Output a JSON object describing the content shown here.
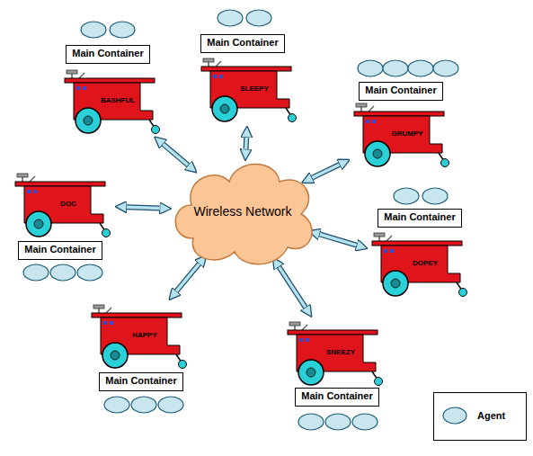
{
  "diagram": {
    "nodes": [
      {
        "text": [
          "Main Container"
        ]
      },
      {
        "text": [
          "BASHFUL"
        ]
      },
      {
        "text": [
          "Main Container"
        ]
      },
      {
        "text": [
          "SLEEPY"
        ]
      },
      {
        "text": [
          "Main Container"
        ]
      },
      {
        "text": [
          "GRUMPY"
        ]
      },
      {
        "text": [
          "Wireless Network"
        ]
      },
      {
        "text": [
          "DOC"
        ]
      },
      {
        "text": [
          "Main Container"
        ]
      },
      {
        "text": [
          "Main Container"
        ]
      },
      {
        "text": [
          "DOPEY"
        ]
      },
      {
        "text": [
          "HAPPY"
        ]
      },
      {
        "text": [
          "Main Container"
        ]
      },
      {
        "text": [
          "SNEEZY"
        ]
      },
      {
        "text": [
          "Main Container"
        ]
      }
    ],
    "edges": [
      {
        "from": 6,
        "to": 1,
        "arrow": "both"
      },
      {
        "from": 6,
        "to": 3,
        "arrow": "both"
      },
      {
        "from": 6,
        "to": 5,
        "arrow": "both"
      },
      {
        "from": 6,
        "to": 7,
        "arrow": "both"
      },
      {
        "from": 6,
        "to": 10,
        "arrow": "both"
      },
      {
        "from": 6,
        "to": 11,
        "arrow": "both"
      },
      {
        "from": 6,
        "to": 13,
        "arrow": "both"
      }
    ],
    "legend": [
      {
        "text": "Agent"
      }
    ]
  }
}
